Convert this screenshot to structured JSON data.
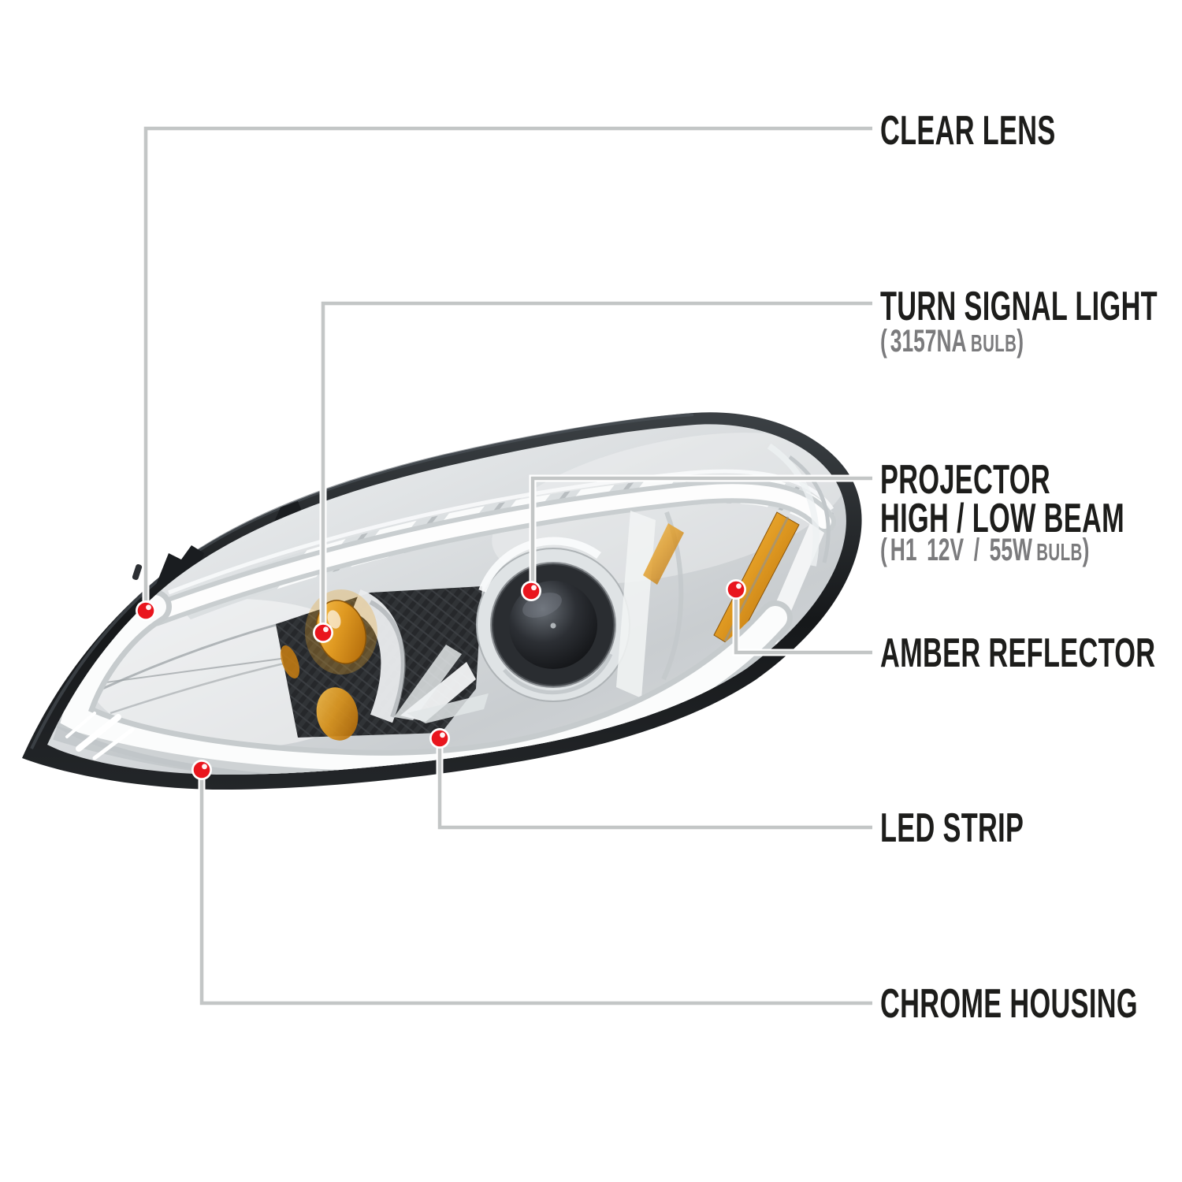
{
  "diagram": {
    "subject": "projector-headlight-features",
    "colors": {
      "background": "#ffffff",
      "callout_dot_red": "#e9151d",
      "callout_line_gray": "#c3c6c6",
      "label_text": "#1d1d1b",
      "bulb_text_gray": "#7b7b7d",
      "amber": "#e09a22",
      "chrome_light": "#e9ebec",
      "housing_black": "#1b1d1f"
    },
    "callouts": [
      {
        "id": "clear-lens",
        "label": "CLEAR LENS"
      },
      {
        "id": "turn-signal-light",
        "label": "TURN SIGNAL LIGHT",
        "bulb_open": "(",
        "bulb_code": "3157NA",
        "bulb_word": "BULB",
        "bulb_close": ")"
      },
      {
        "id": "projector-high-low-beam",
        "label_line1": "PROJECTOR",
        "label_line2": "HIGH / LOW BEAM",
        "bulb_open": "(",
        "bulb_code": "H1 12V / 55W",
        "bulb_word": "BULB",
        "bulb_close": ")"
      },
      {
        "id": "amber-reflector",
        "label": "AMBER REFLECTOR"
      },
      {
        "id": "led-strip",
        "label": "LED STRIP"
      },
      {
        "id": "chrome-housing",
        "label": "CHROME HOUSING"
      }
    ]
  }
}
